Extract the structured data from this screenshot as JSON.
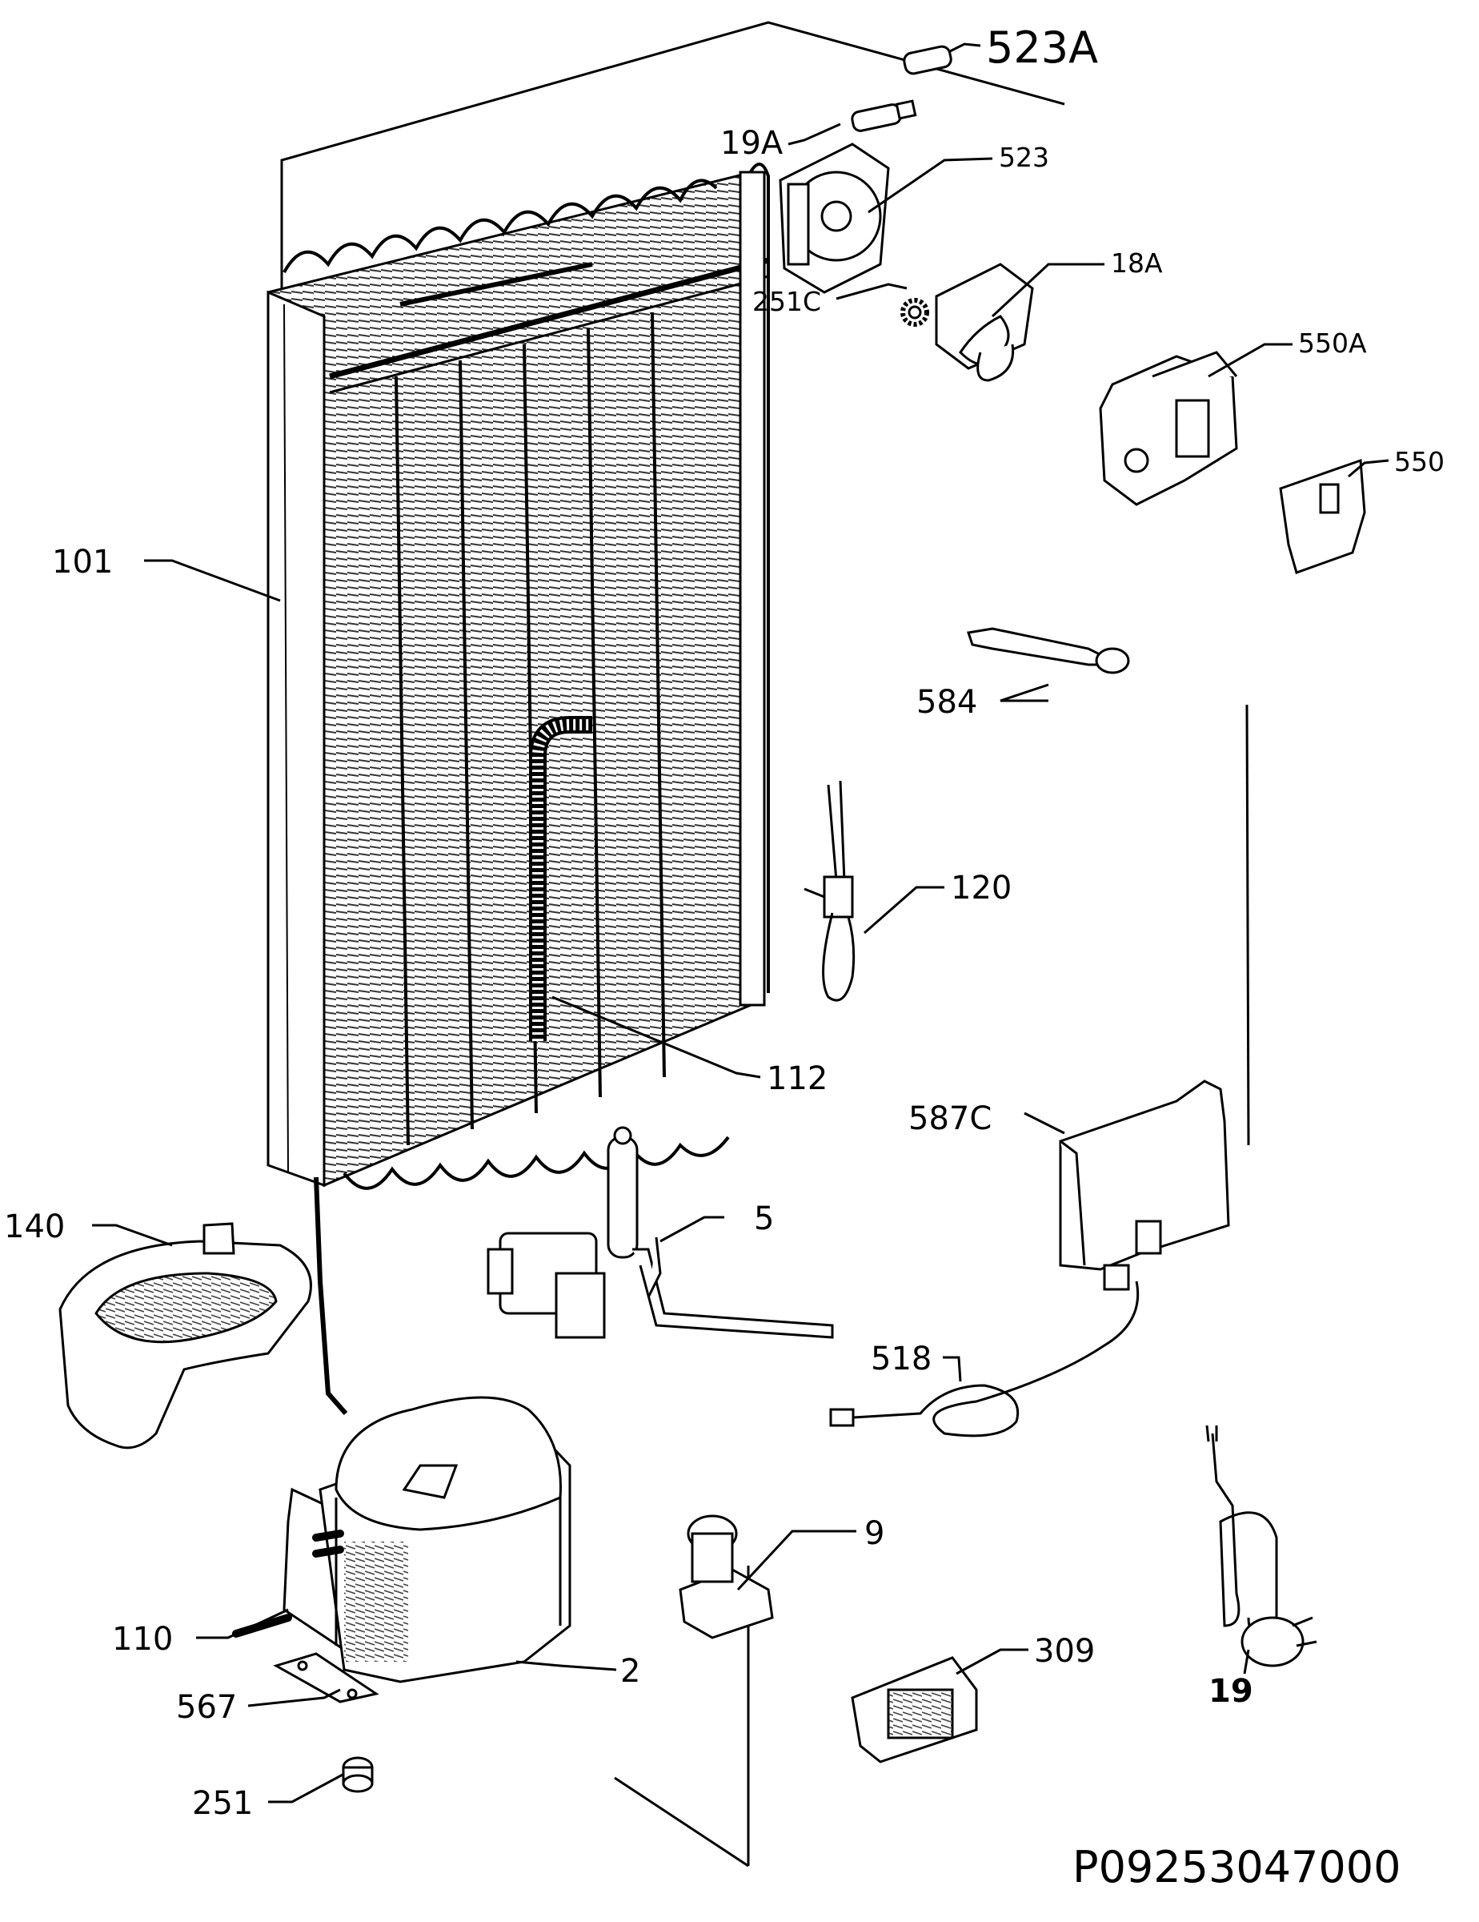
{
  "labels": {
    "p523a": "523A",
    "p19a": "19A",
    "p523": "523",
    "p251c": "251C",
    "p18a": "18A",
    "p550a": "550A",
    "p550": "550",
    "p101": "101",
    "p584": "584",
    "p120": "120",
    "p112": "112",
    "p587c": "587C",
    "p5": "5",
    "p140": "140",
    "p518": "518",
    "p9": "9",
    "p19": "19",
    "p110": "110",
    "p2": "2",
    "p309": "309",
    "p567": "567",
    "p251": "251"
  },
  "drawing_code": "P09253047000"
}
